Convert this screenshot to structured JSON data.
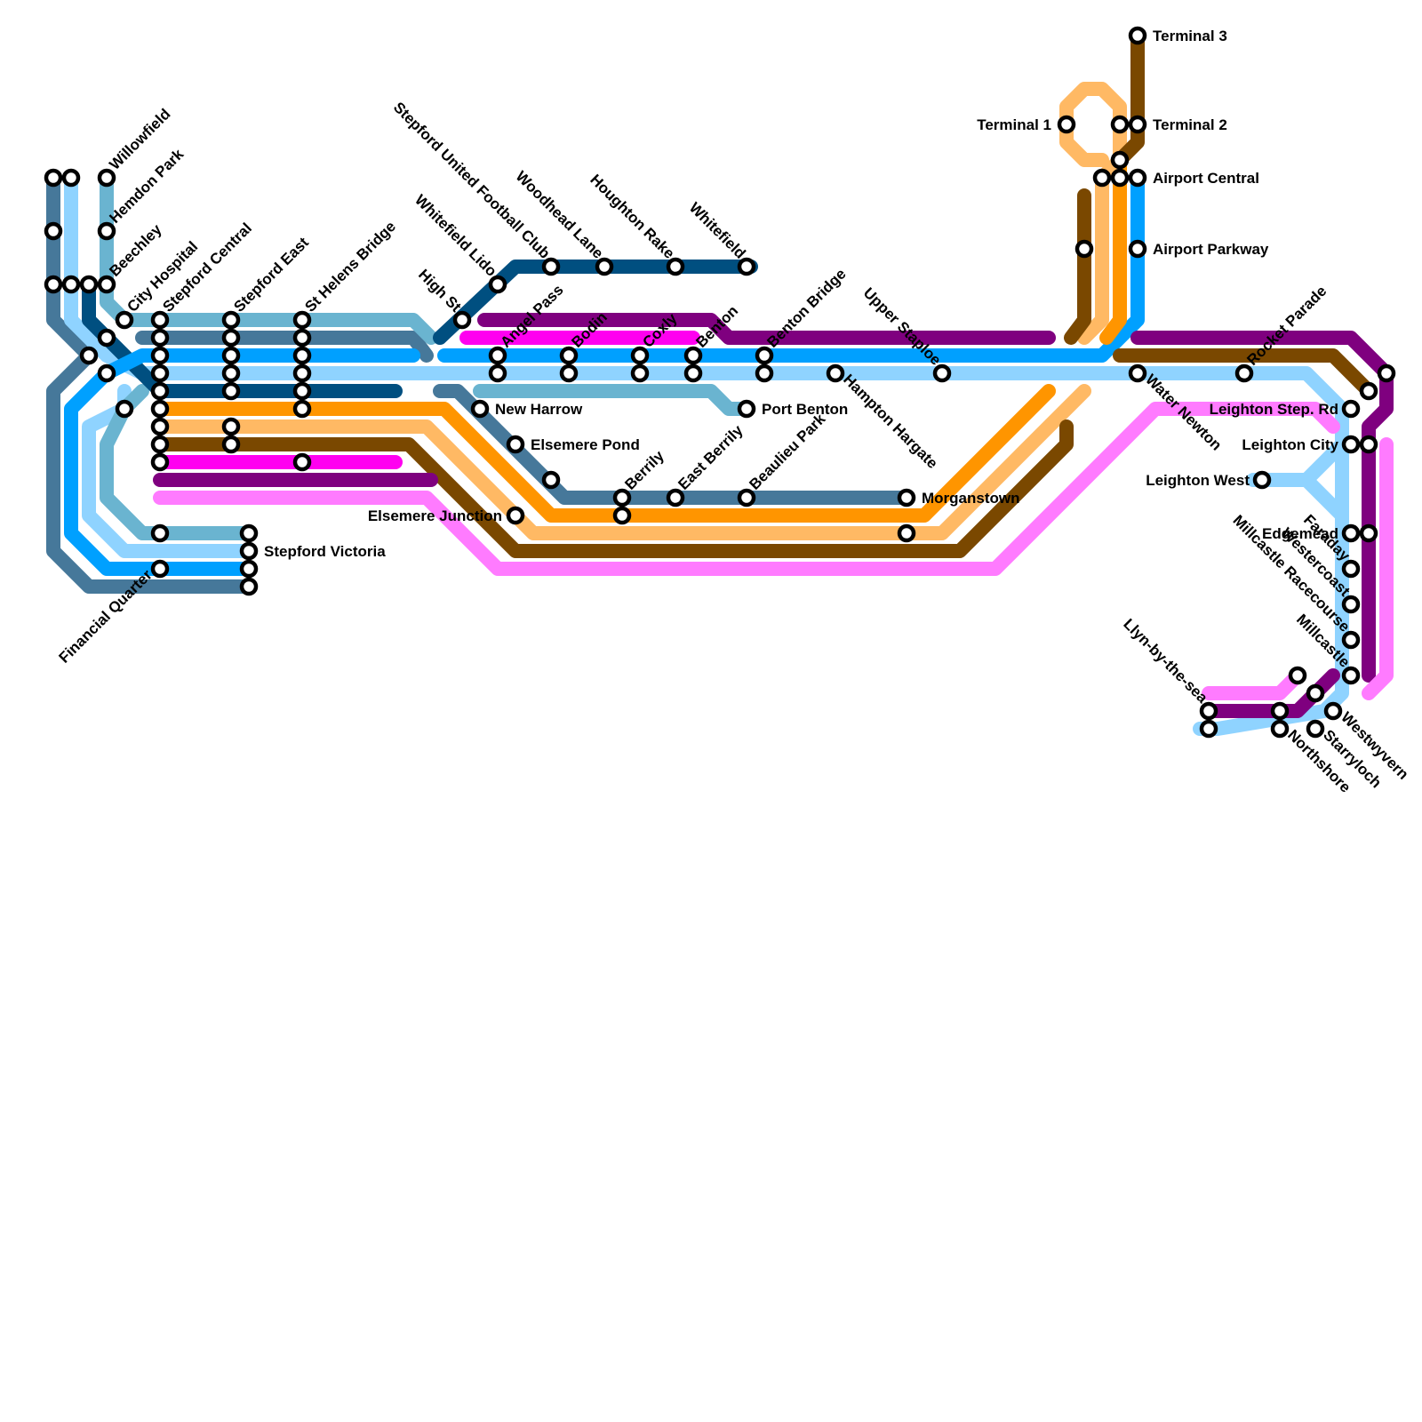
{
  "colors": {
    "slate": "#46789a",
    "sky": "#8fd3ff",
    "teal": "#6ab4d0",
    "navy": "#004f80",
    "blue": "#00a0ff",
    "orange": "#ff9500",
    "peach": "#ffb964",
    "brown": "#7a4800",
    "magenta": "#ff00f0",
    "purple": "#7f007f",
    "pink": "#ff7bff"
  },
  "stations": {
    "willowfield": "Willowfield",
    "hemdon_park": "Hemdon Park",
    "beechley": "Beechley",
    "city_hospital": "City Hospital",
    "stepford_central": "Stepford Central",
    "stepford_east": "Stepford East",
    "st_helens_bridge": "St Helens Bridge",
    "whitefield_lido": "Whitefield Lido",
    "high_st": "High St",
    "stepford_united": "Stepford United Football Club",
    "woodhead_lane": "Woodhead Lane",
    "houghton_rake": "Houghton Rake",
    "whitefield": "Whitefield",
    "angel_pass": "Angel Pass",
    "bodin": "Bodin",
    "coxly": "Coxly",
    "benton": "Benton",
    "benton_bridge": "Benton Bridge",
    "upper_staploe": "Upper Staploe",
    "new_harrow": "New Harrow",
    "elsemere_pond": "Elsemere Pond",
    "elsemere_junction": "Elsemere Junction",
    "berrily": "Berrily",
    "east_berrily": "East Berrily",
    "beaulieu_park": "Beaulieu Park",
    "port_benton": "Port Benton",
    "hampton_hargate": "Hampton Hargate",
    "morganstown": "Morganstown",
    "stepford_victoria": "Stepford Victoria",
    "financial_quarter": "Financial Quarter",
    "terminal_1": "Terminal 1",
    "terminal_2": "Terminal 2",
    "terminal_3": "Terminal 3",
    "airport_central": "Airport Central",
    "airport_parkway": "Airport Parkway",
    "water_newton": "Water Newton",
    "rocket_parade": "Rocket Parade",
    "leighton_step_rd": "Leighton Step. Rd",
    "leighton_city": "Leighton City",
    "leighton_west": "Leighton West",
    "edgemead": "Edgemead",
    "faraday": "Faraday",
    "westercoast": "Westercoast",
    "millcastle_racecourse": "Millcastle Racecourse",
    "millcastle": "Millcastle",
    "westwyvern": "Westwyvern",
    "starryloch": "Starryloch",
    "northshore": "Northshore",
    "llyn_by_the_sea": "Llyn-by-the-sea"
  }
}
